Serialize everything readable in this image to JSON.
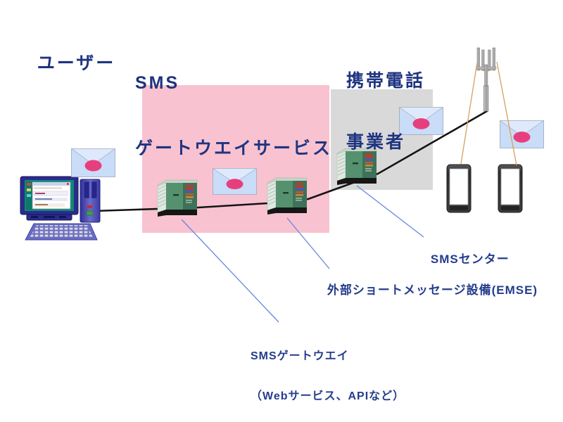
{
  "diagram": {
    "headers": {
      "user": "ユーザー",
      "gateway_line1": "SMS",
      "gateway_line2": "ゲートウエイサービス",
      "carrier_line1": "携帯電話",
      "carrier_line2": "事業者"
    },
    "labels": {
      "sms_center": "SMSセンター",
      "emse": "外部ショートメッセージ設備(EMSE)",
      "gateway_line1": "SMSゲートウエイ",
      "gateway_line2": "（Webサービス、APIなど）"
    },
    "colors": {
      "heading_text": "#1F3480",
      "label_text": "#243C8C",
      "gateway_zone_pink": "#F8C2D0",
      "carrier_zone_gray": "#D9D9D9",
      "connection_line_black": "#141414",
      "callout_line_blue": "#6688DD",
      "radio_link_tan": "#D2A25F",
      "envelope_body": "#C9DCF8",
      "envelope_flap": "#DEE9FB",
      "envelope_seal": "#E73F7D",
      "server_green": "#55916F",
      "computer_indigo": "#2B2B8C"
    },
    "icons": [
      "computer-icon",
      "envelope-icon",
      "server-icon",
      "antenna-icon",
      "phone-icon"
    ]
  }
}
